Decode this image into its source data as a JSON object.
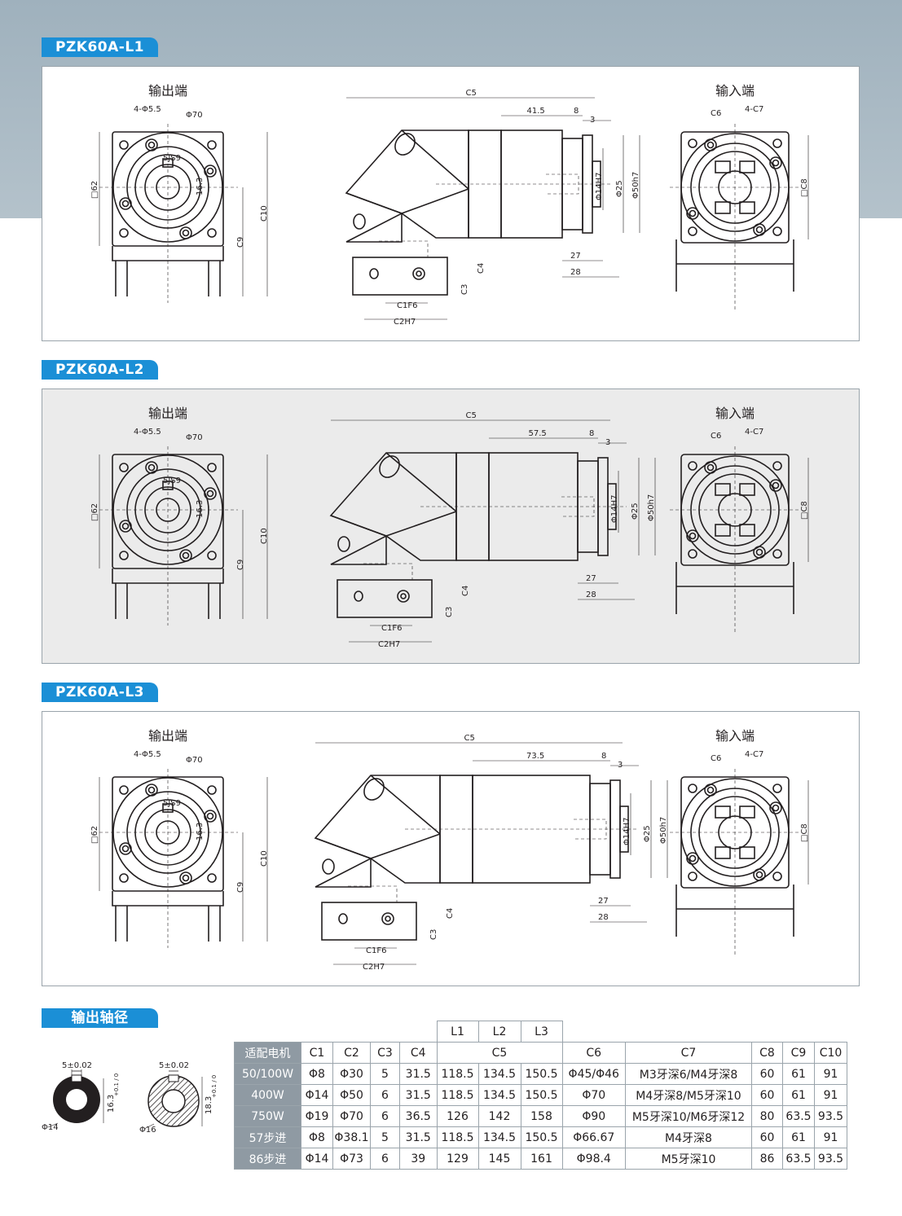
{
  "sections": [
    {
      "label": "PZK60A-L1",
      "output_title": "输出端",
      "input_title": "输入端",
      "dims": {
        "c5": "C5",
        "len": "41.5",
        "d8": "8",
        "d3": "3",
        "d27": "27",
        "d28": "28",
        "c4": "C4",
        "c3": "C3",
        "c1": "C1F6",
        "c2": "C2H7",
        "phi14": "Φ14H7",
        "phi25": "Φ25",
        "phi50": "Φ50h7",
        "holes": "4-Φ5.5",
        "phi70": "Φ70",
        "sq62": "□62",
        "k5": "5JS9",
        "k163": "16.3",
        "c10": "C10",
        "c9": "C9",
        "c6": "C6",
        "c7": "4-C7",
        "c8": "□C8"
      }
    },
    {
      "label": "PZK60A-L2",
      "output_title": "输出端",
      "input_title": "输入端",
      "dims": {
        "c5": "C5",
        "len": "57.5",
        "d8": "8",
        "d3": "3",
        "d27": "27",
        "d28": "28",
        "c4": "C4",
        "c3": "C3",
        "c1": "C1F6",
        "c2": "C2H7",
        "phi14": "Φ14H7",
        "phi25": "Φ25",
        "phi50": "Φ50h7",
        "holes": "4-Φ5.5",
        "phi70": "Φ70",
        "sq62": "□62",
        "k5": "5JS9",
        "k163": "16.3",
        "c10": "C10",
        "c9": "C9",
        "c6": "C6",
        "c7": "4-C7",
        "c8": "□C8"
      }
    },
    {
      "label": "PZK60A-L3",
      "output_title": "输出端",
      "input_title": "输入端",
      "dims": {
        "c5": "C5",
        "len": "73.5",
        "d8": "8",
        "d3": "3",
        "d27": "27",
        "d28": "28",
        "c4": "C4",
        "c3": "C3",
        "c1": "C1F6",
        "c2": "C2H7",
        "phi14": "Φ14H7",
        "phi25": "Φ25",
        "phi50": "Φ50h7",
        "holes": "4-Φ5.5",
        "phi70": "Φ70",
        "sq62": "□62",
        "k5": "5JS9",
        "k163": "16.3",
        "c10": "C10",
        "c9": "C9",
        "c6": "C6",
        "c7": "4-C7",
        "c8": "□C8"
      }
    }
  ],
  "shaft": {
    "label": "输出轴径",
    "a": {
      "key": "5±0.02",
      "height": "16.3",
      "height_tol": "+0.1 / 0",
      "dia": "Φ14"
    },
    "b": {
      "key": "5±0.02",
      "height": "18.3",
      "height_tol": "+0.1 / 0",
      "dia": "Φ16"
    }
  },
  "table": {
    "l_headers": [
      "L1",
      "L2",
      "L3"
    ],
    "headers": [
      "适配电机",
      "C1",
      "C2",
      "C3",
      "C4",
      "C5",
      "C6",
      "C7",
      "C8",
      "C9",
      "C10"
    ],
    "rows": [
      [
        "50/100W",
        "Φ8",
        "Φ30",
        "5",
        "31.5",
        "118.5",
        "134.5",
        "150.5",
        "Φ45/Φ46",
        "M3牙深6/M4牙深8",
        "60",
        "61",
        "91"
      ],
      [
        "400W",
        "Φ14",
        "Φ50",
        "6",
        "31.5",
        "118.5",
        "134.5",
        "150.5",
        "Φ70",
        "M4牙深8/M5牙深10",
        "60",
        "61",
        "91"
      ],
      [
        "750W",
        "Φ19",
        "Φ70",
        "6",
        "36.5",
        "126",
        "142",
        "158",
        "Φ90",
        "M5牙深10/M6牙深12",
        "80",
        "63.5",
        "93.5"
      ],
      [
        "57步进",
        "Φ8",
        "Φ38.1",
        "5",
        "31.5",
        "118.5",
        "134.5",
        "150.5",
        "Φ66.67",
        "M4牙深8",
        "60",
        "61",
        "91"
      ],
      [
        "86步进",
        "Φ14",
        "Φ73",
        "6",
        "39",
        "129",
        "145",
        "161",
        "Φ98.4",
        "M5牙深10",
        "86",
        "63.5",
        "93.5"
      ]
    ]
  },
  "colors": {
    "accent": "#1b8fd6",
    "table_header": "#8f9aa3",
    "band": "#a8b8c2",
    "panel_gray": "#ebebeb"
  }
}
